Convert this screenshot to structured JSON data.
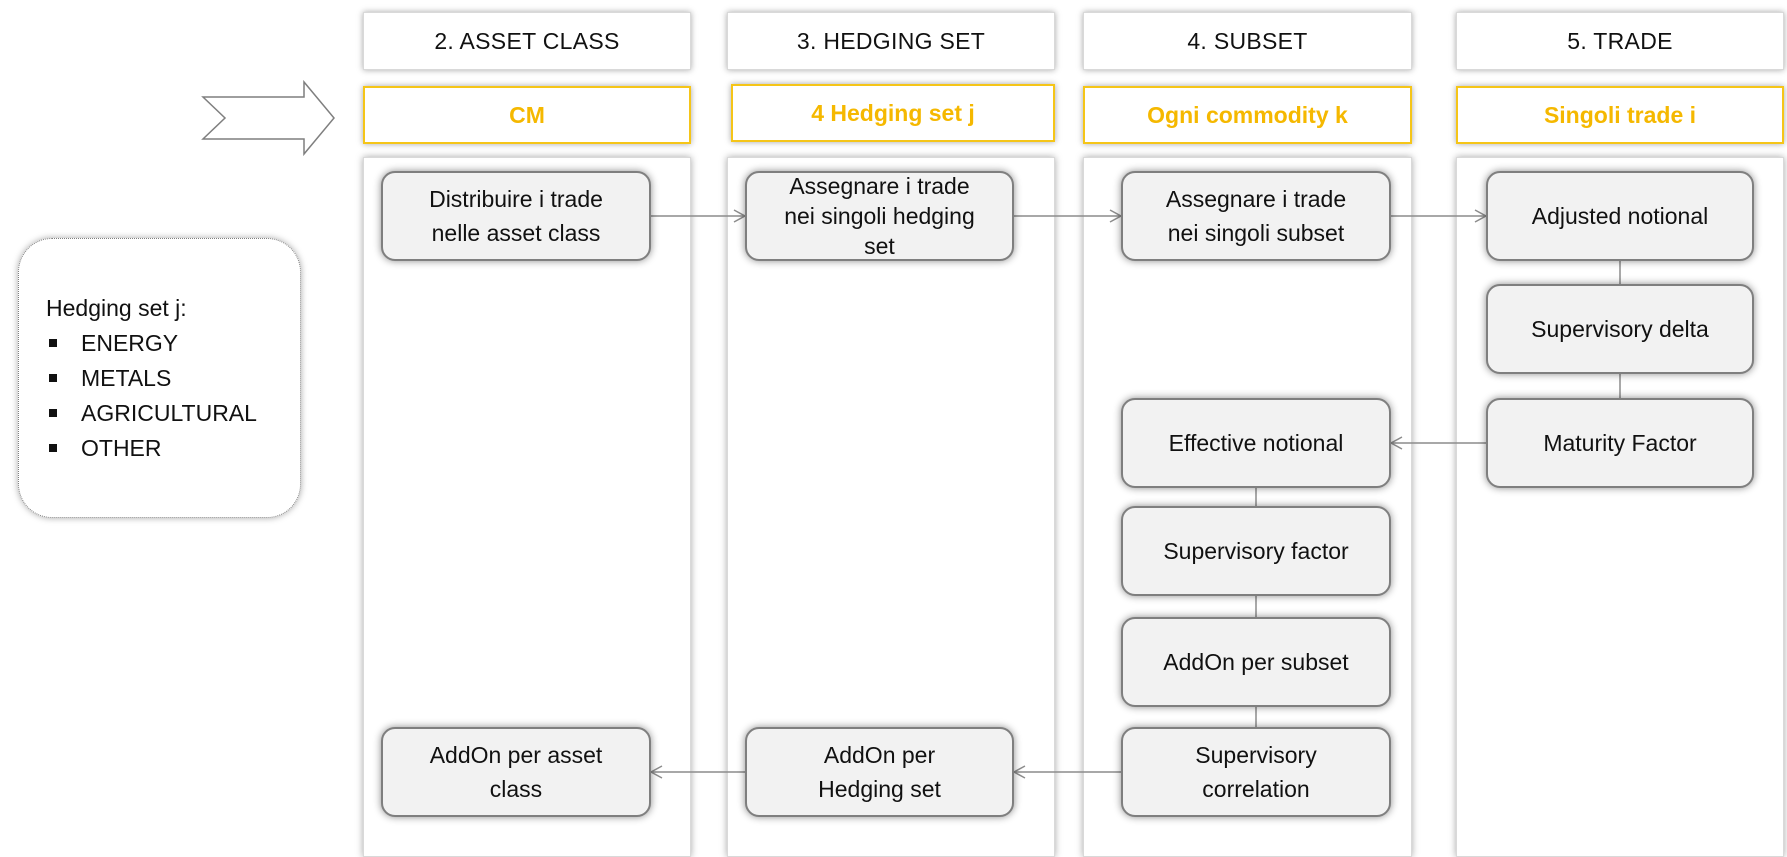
{
  "columns": [
    {
      "header": "2. ASSET CLASS",
      "subheader": "CM"
    },
    {
      "header": "3. HEDGING SET",
      "subheader": "4 Hedging set j"
    },
    {
      "header": "4. SUBSET",
      "subheader": "Ogni commodity k"
    },
    {
      "header": "5. TRADE",
      "subheader": "Singoli trade i"
    }
  ],
  "nodes": {
    "distribuire": "Distribuire i trade\nnelle asset class",
    "assegnare_hedging": "Assegnare i trade\nnei singoli hedging\nset",
    "assegnare_subset": "Assegnare i trade\nnei singoli subset",
    "adjusted_notional": "Adjusted notional",
    "supervisory_delta": "Supervisory delta",
    "maturity_factor": "Maturity Factor",
    "effective_notional": "Effective notional",
    "supervisory_factor": "Supervisory factor",
    "addon_subset": "AddOn per subset",
    "supervisory_correlation": "Supervisory\ncorrelation",
    "addon_hedging": "AddOn per\nHedging set",
    "addon_asset": "AddOn per asset\nclass"
  },
  "side_note": {
    "title": "Hedging set j:",
    "items": [
      "ENERGY",
      "METALS",
      "AGRICULTURAL",
      "OTHER"
    ]
  },
  "icons": {
    "entry_arrow": "block-right-arrow-icon"
  },
  "colors": {
    "accent_text": "#f5b800",
    "accent_border": "#f5c518",
    "node_fill": "#f2f2f2",
    "node_border": "#7f7f7f",
    "connector": "#8c8c8c"
  }
}
